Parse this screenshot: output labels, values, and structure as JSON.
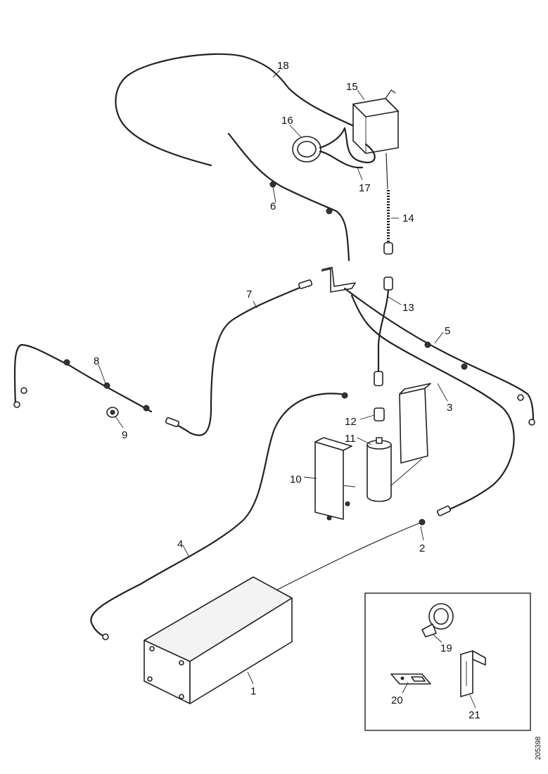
{
  "callouts": {
    "c1": "1",
    "c2": "2",
    "c3": "3",
    "c4": "4",
    "c5": "5",
    "c6": "6",
    "c7": "7",
    "c8": "8",
    "c9": "9",
    "c10": "10",
    "c11": "11",
    "c12": "12",
    "c13": "13",
    "c14": "14",
    "c15": "15",
    "c16": "16",
    "c17": "17",
    "c18": "18",
    "c19": "19",
    "c20": "20",
    "c21": "21"
  },
  "document_id": "205398"
}
